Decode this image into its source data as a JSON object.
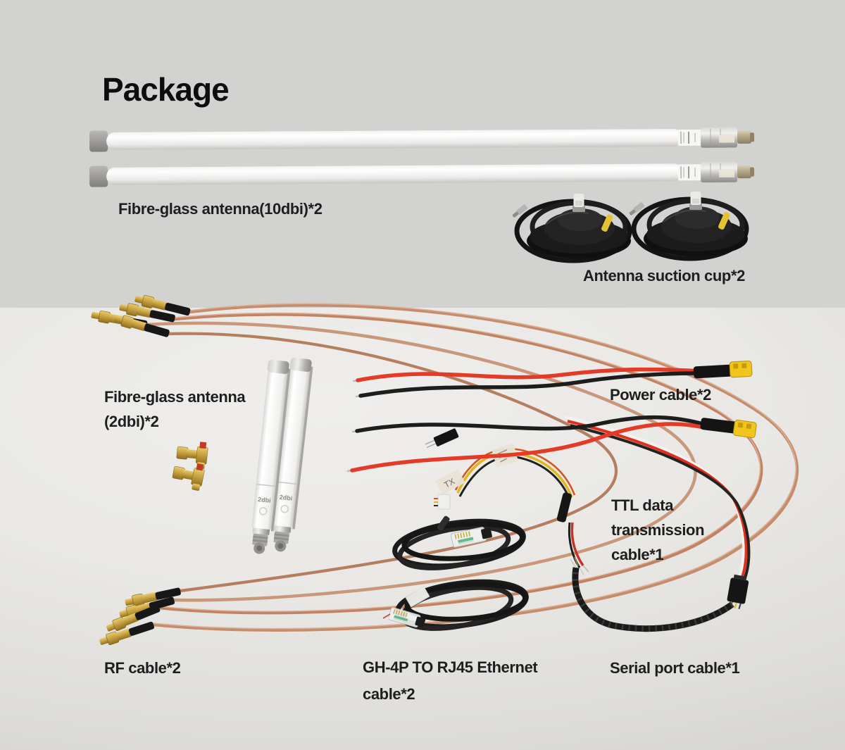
{
  "title": "Package",
  "labels": {
    "antenna_10dbi": "Fibre-glass antenna(10dbi)*2",
    "suction_cup": "Antenna suction cup*2",
    "antenna_2dbi": [
      "Fibre-glass antenna",
      "(2dbi)*2"
    ],
    "power_cable": "Power cable*2",
    "ttl_cable": [
      "TTL data",
      "transmission",
      "cable*1"
    ],
    "rf_cable": "RF cable*2",
    "ethernet_cable": [
      "GH-4P TO RJ45 Ethernet",
      "cable*2"
    ],
    "serial_cable": "Serial port cable*1"
  },
  "photo_markings": {
    "rod_body": "2dbi",
    "tape_flag": "TX"
  },
  "colors": {
    "bg_top": "#d2d2d1",
    "text": "#1f1e1e",
    "copper": "#c48e6e",
    "gold": "#c8a342",
    "power_red": "#e23b28",
    "cable_black": "#1b1b1b",
    "connector_yellow": "#f0c51c"
  }
}
